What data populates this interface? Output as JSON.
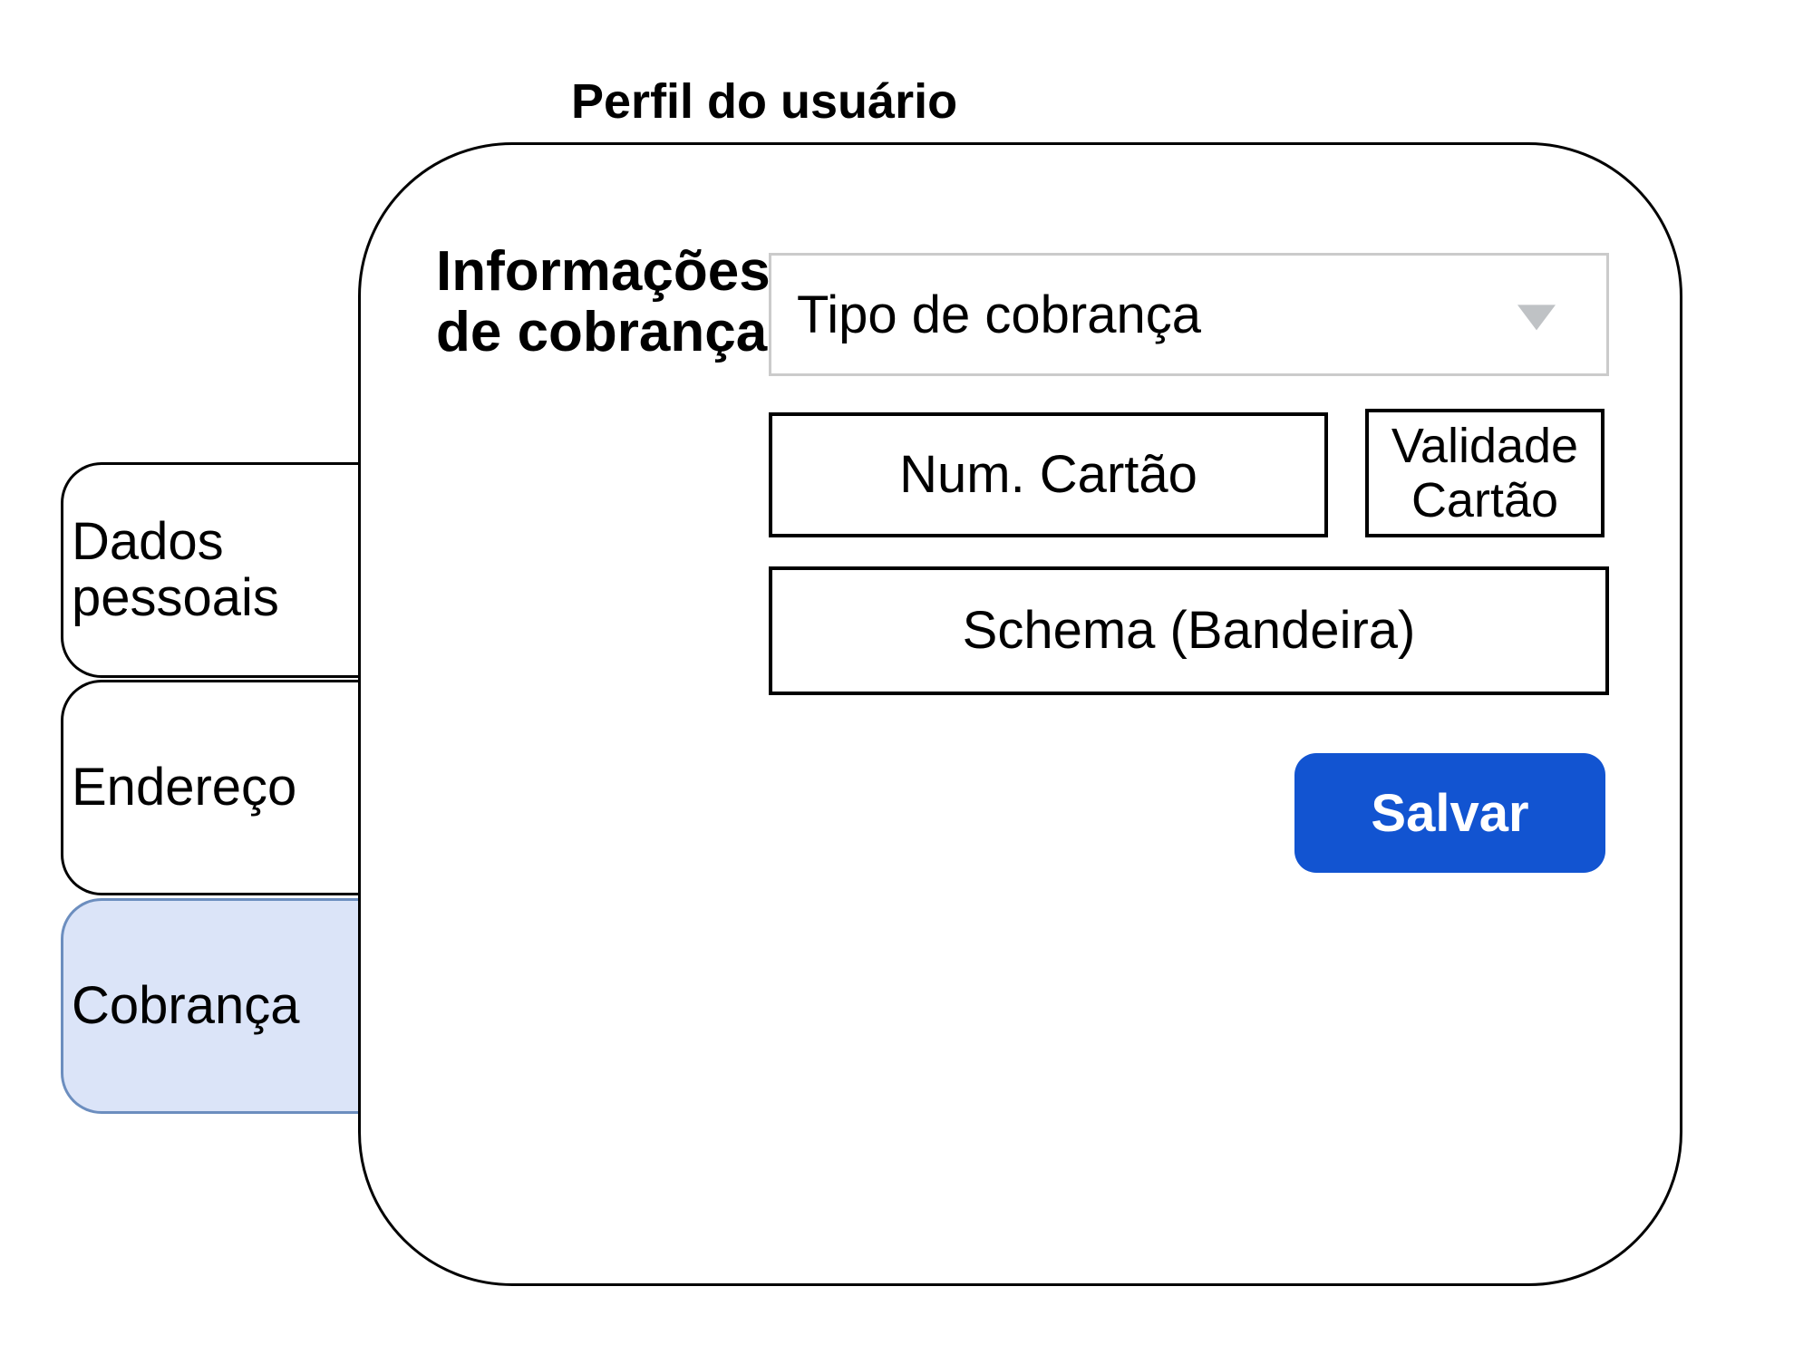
{
  "title": "Perfil do usuário",
  "colors": {
    "accent_blue": "#1254d1",
    "active_tab_fill": "#dbe4f8",
    "active_tab_border": "#6c8ebf",
    "outline_black": "#000000",
    "dropdown_border_gray": "#cbcbcb",
    "chevron_gray": "#bfc2c5"
  },
  "sidebar": {
    "tabs": [
      {
        "label": "Dados pessoais",
        "active": false
      },
      {
        "label": "Endereço",
        "active": false
      },
      {
        "label": "Cobrança",
        "active": true
      }
    ]
  },
  "panel": {
    "section_label": {
      "text": "Informações de cobrança",
      "lines": [
        "Informações",
        "de cobrança"
      ]
    },
    "billing_type_dropdown": {
      "value": "Tipo de cobrança"
    },
    "fields": {
      "card_number": {
        "placeholder": "Num. Cartão"
      },
      "card_expiry": {
        "placeholder": "Validade Cartão",
        "lines": [
          "Validade",
          "Cartão"
        ]
      },
      "card_schema": {
        "placeholder": "Schema (Bandeira)"
      }
    },
    "save_button": {
      "label": "Salvar"
    }
  }
}
